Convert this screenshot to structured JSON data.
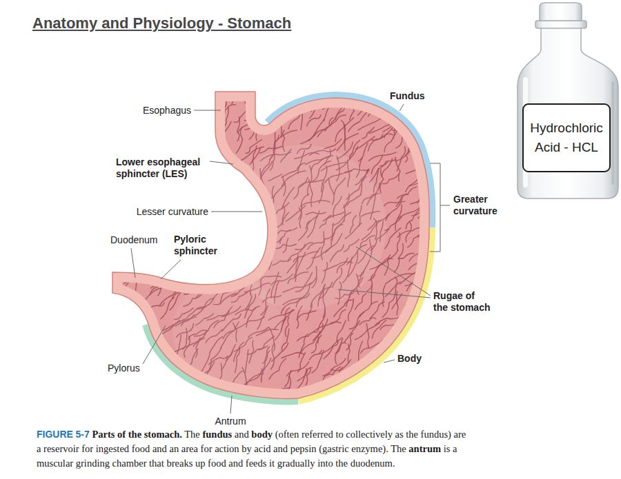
{
  "diagram": {
    "title": "Anatomy and Physiology - Stomach",
    "caption": "FIGURE 5-7 Parts of the stomach. The fundus and body (often referred to collectively as the fundus) are a reservoir for ingested food and an area for action by acid and pepsin (gastric enzyme). The antrum is a muscular grinding chamber that breaks up food and feeds it gradually into the duodenum.",
    "nodes": [
      {
        "text": [
          "Hydrochloric Acid - HCL"
        ]
      }
    ],
    "labels": [
      "Fundus",
      "Esophagus",
      "Lower esophageal sphincter (LES)",
      "Greater curvature",
      "Lesser curvature",
      "Duodenum",
      "Pyloric sphincter",
      "Rugae of the stomach",
      "Pylorus",
      "Body",
      "Antrum"
    ]
  }
}
